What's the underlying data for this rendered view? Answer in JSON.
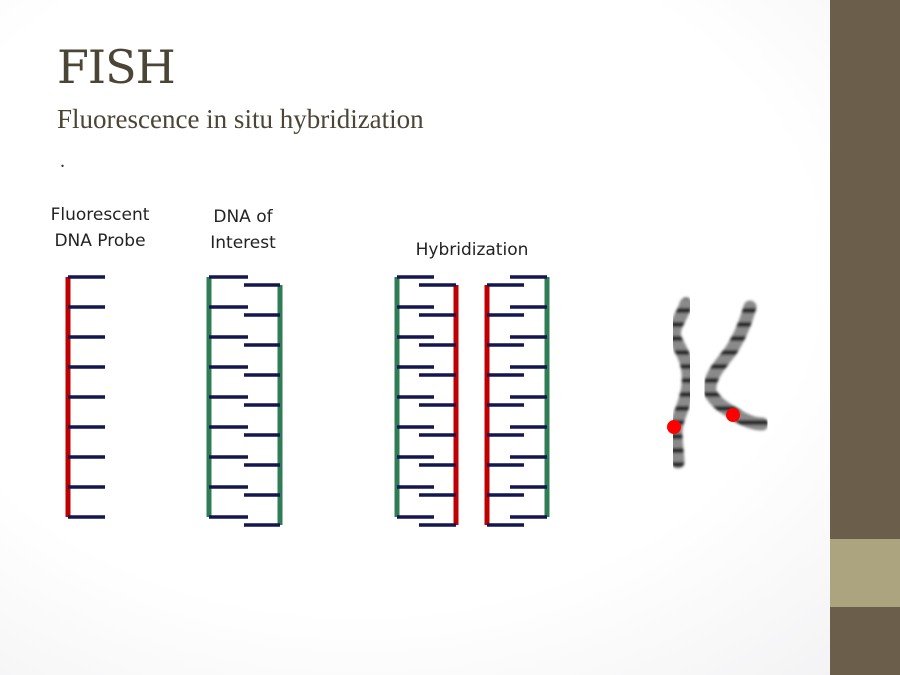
{
  "slide": {
    "title": "FISH",
    "subtitle": "Fluorescence in situ hybridization",
    "bullet": "."
  },
  "labels": {
    "probe_line1": "Fluorescent",
    "probe_line2": "DNA Probe",
    "dna_line1": "DNA of",
    "dna_line2": "Interest",
    "hybridization": "Hybridization"
  },
  "colors": {
    "probe_strand": "#c00000",
    "target_strand": "#2e7d55",
    "base": "#14174f",
    "signal": "#ff0000",
    "sidebar": "#6b5e4a",
    "sidebar_accent": "#aba47e"
  }
}
